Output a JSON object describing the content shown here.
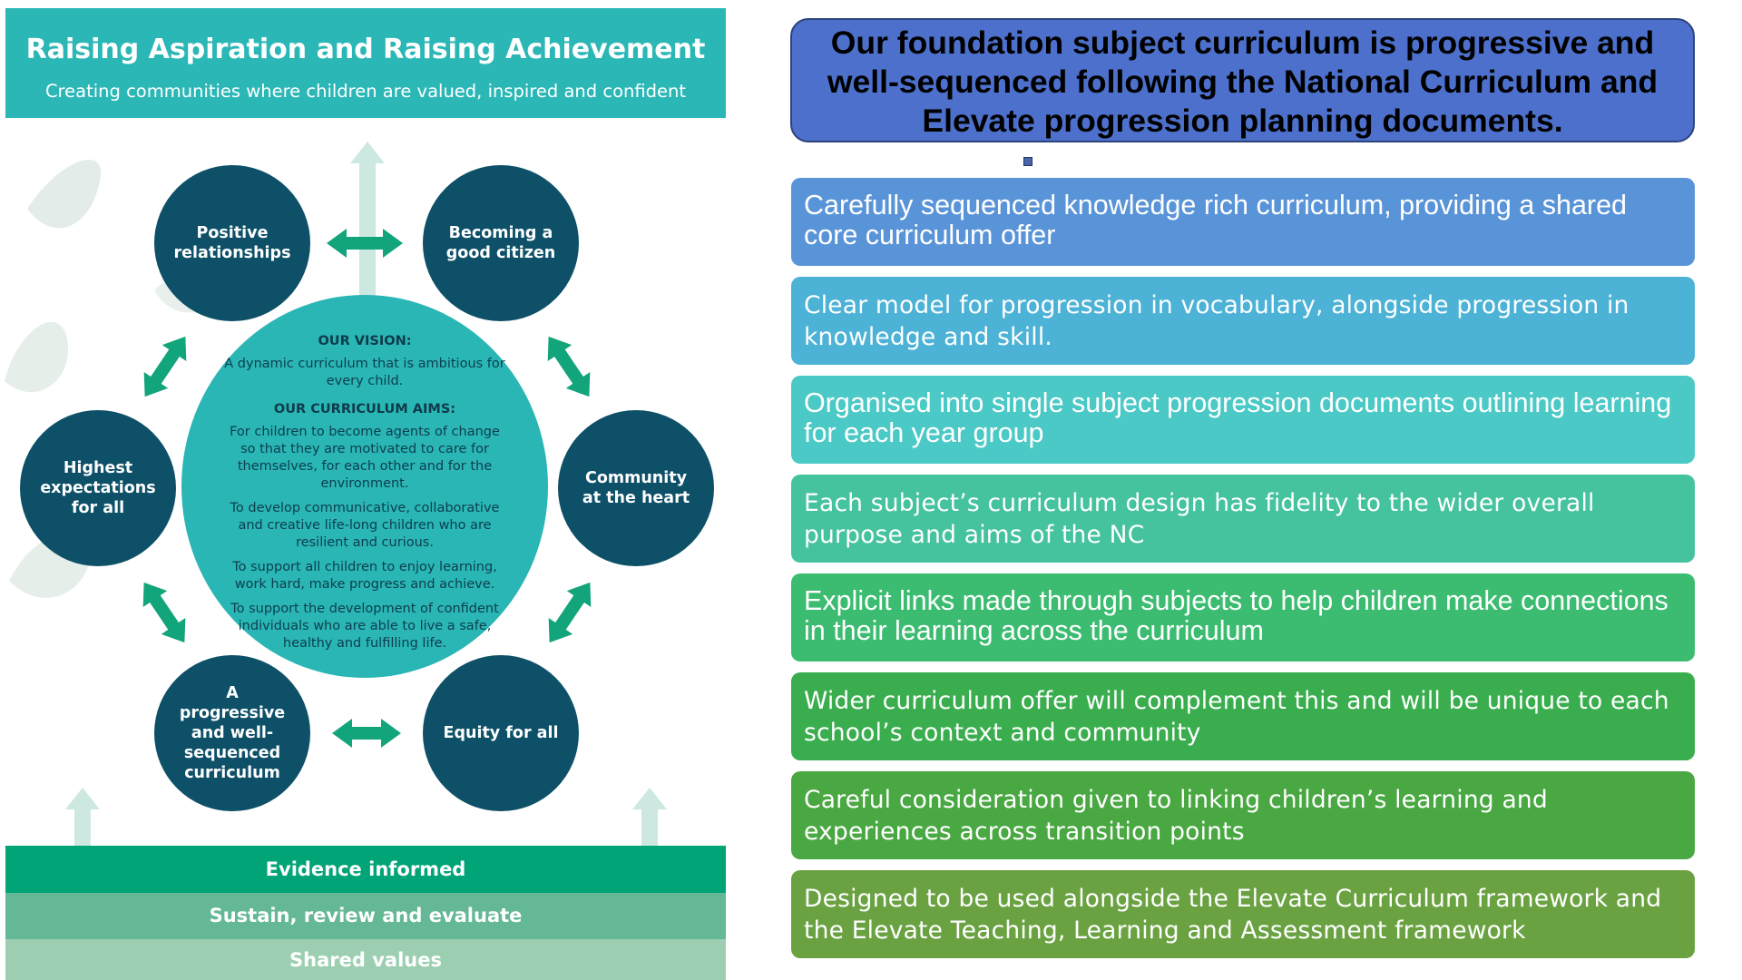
{
  "poster": {
    "title": "Raising Aspiration and Raising Achievement",
    "subtitle": "Creating communities where children are valued, inspired and confident",
    "nodes": {
      "positive_relationships": "Positive relationships",
      "good_citizen": "Becoming a good citizen",
      "highest_expectations": "Highest expectations for all",
      "community": "Community at the heart",
      "progressive_curriculum": "A progressive and well-sequenced curriculum",
      "equity": "Equity for all"
    },
    "center": {
      "vision_heading": "OUR VISION:",
      "vision_text": "A dynamic curriculum that is ambitious for every child.",
      "aims_heading": "OUR CURRICULUM AIMS:",
      "aims": [
        "For children to become agents of change so that they are motivated to care for themselves, for each other and for the environment.",
        "To develop communicative, collaborative and creative life-long children who are resilient and curious.",
        "To support all children to enjoy learning, work hard, make progress and achieve.",
        "To support the development of confident individuals who are able to live a safe, healthy and fulfilling life."
      ]
    },
    "bands": {
      "evidence": "Evidence informed",
      "sustain": "Sustain, review and evaluate",
      "shared": "Shared values"
    }
  },
  "statement": "Our foundation subject curriculum is progressive and well-sequenced following the National Curriculum and Elevate progression planning documents.",
  "points": [
    {
      "text": "Carefully sequenced knowledge rich curriculum, providing a shared core curriculum offer",
      "color": "#5a94d8"
    },
    {
      "text": "Clear model for progression in vocabulary, alongside progression in knowledge and skill.",
      "color": "#4cb2d6"
    },
    {
      "text": "Organised into single subject progression documents outlining learning for each year group",
      "color": "#4bc9c6"
    },
    {
      "text": "Each subject’s curriculum design has fidelity to the wider overall purpose and aims of the NC",
      "color": "#45c29e"
    },
    {
      "text": "Explicit links made through subjects to help children make connections in their learning across the curriculum",
      "color": "#3cbc70"
    },
    {
      "text": "Wider curriculum offer will complement this and will be unique to each school’s context and community",
      "color": "#3aae4e"
    },
    {
      "text": "Careful consideration given to linking children’s learning and experiences across transition points",
      "color": "#4aa843"
    },
    {
      "text": "Designed to be used alongside the Elevate Curriculum framework and the Elevate Teaching, Learning and Assessment framework",
      "color": "#6aa242"
    }
  ],
  "colors": {
    "header_teal": "#2cb7b7",
    "node_navy": "#0d5068",
    "arrow_green": "#12a47a",
    "statement_blue": "#4c70cc"
  }
}
